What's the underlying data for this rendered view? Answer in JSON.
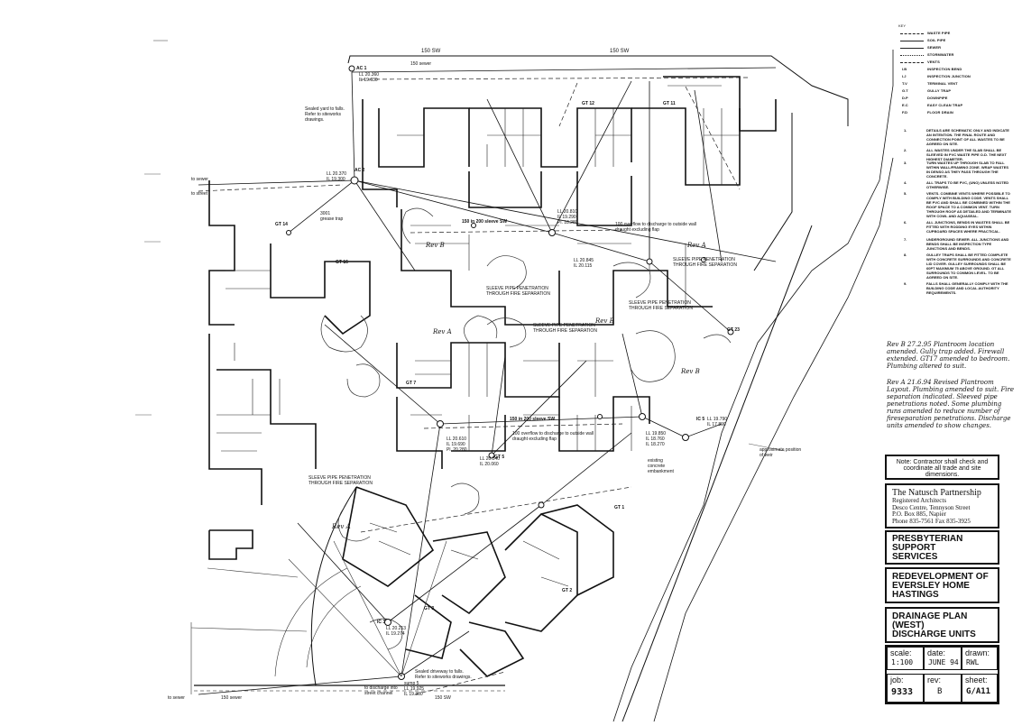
{
  "plan_labels": {
    "sw_top": "150 SW",
    "sw_top2": "150 SW",
    "sewer_top": "150 sewer",
    "sw_mid": "150 in 200 sleeve SW",
    "sw_lower": "150 in 200 sleeve SW",
    "sewer_bottom": "150 sewer",
    "sw_bottom": "150 SW",
    "to_sewer_left": "to sewer",
    "to_street": "to street",
    "to_sewer_bottom": "to sewer",
    "ac1": "AC 1",
    "ac1_levels": "LL 20.360\nIL 19.030",
    "ac2": "AC 2",
    "ac2_levels": "LL 20.370\nIL 19.300",
    "sealed_yard": "Sealed yard to falls.\nRefer to siteworks\ndrawings.",
    "grease_trap": "3001\ngrease trap",
    "gt_top_mid_levels": "LL 20.810\nIL 19.290\nPl. 18.280",
    "gt_right_levels": "LL 20.845\nIL 20.115",
    "overflow_top": "100 overflow to discharge to outside wall\ndraught excluding flap",
    "overflow_mid": "100 overflow to discharge to outside wall\ndraught excluding flap",
    "sleeve_1": "SLEEVE PIPE PENETRATION\nTHROUGH FIRE SEPARATION",
    "sleeve_2": "SLEEVE PIPE PENETRATION\nTHROUGH FIRE SEPARATION",
    "sleeve_3": "SLEEVE PIPE PENETRATION\nTHROUGH FIRE SEPARATION",
    "sleeve_4": "SLEEVE PIPE PENETRATION\nTHROUGH FIRE SEPARATION",
    "sleeve_5": "SLEEVE PIPE PENETRATION\nTHROUGH FIRE SEPARATION",
    "rev_b_1": "Rev B",
    "rev_b_2": "Rev B",
    "rev_b_3": "Rev B",
    "rev_a_1": "Rev A",
    "rev_a_2": "Rev A",
    "rev_a_3": "Rev A",
    "gt1": "GT 1",
    "gt2": "GT 2",
    "gt3": "GT 3",
    "gt5": "GT 5",
    "gt7": "GT 7",
    "gt11": "GT 11",
    "gt12": "GT 12",
    "gt14": "GT 14",
    "gt16": "GT 16",
    "gt23": "GT 23",
    "ic5": "IC 5",
    "ic5_levels": "LL 19.790\nIL 17.890",
    "mid_levels_1": "LL 20.610\nIL 19.690\nPl. 20.280",
    "mid_levels_2": "LL 20.540\nIL 20.060",
    "mid_levels_3": "LL 19.850\nIL 18.760\nIL 18.270",
    "existing_embankment": "existing\nconcrete\nembankment",
    "weir": "approximate position\nof weir",
    "ic3": "IC 3",
    "ic3_levels": "LL 20.213\nIL 19.274",
    "sealed_driveway": "Sealed driveway to falls.\nRefer to siteworks drawings.",
    "discharge_channel": "to discharge into\nstreet channel",
    "sump_levels": "sump 5\nLL 19.925\nIL 19.300"
  },
  "key": {
    "title": "KEY",
    "rows": [
      {
        "abbr": "",
        "label": "WASTE PIPE",
        "style": "dash"
      },
      {
        "abbr": "",
        "label": "SOIL PIPE",
        "style": "solid"
      },
      {
        "abbr": "",
        "label": "SEWER",
        "style": "solid"
      },
      {
        "abbr": "",
        "label": "STORMWATER",
        "style": "dot"
      },
      {
        "abbr": "",
        "label": "VENTS",
        "style": "dash"
      },
      {
        "abbr": "I.B",
        "label": "INSPECTION BEND",
        "style": "none"
      },
      {
        "abbr": "I.J",
        "label": "INSPECTION JUNCTION",
        "style": "none"
      },
      {
        "abbr": "T.V",
        "label": "TERMINAL VENT",
        "style": "none"
      },
      {
        "abbr": "G.T",
        "label": "GULLY TRAP",
        "style": "none"
      },
      {
        "abbr": "D.P",
        "label": "DOWNPIPE",
        "style": "none"
      },
      {
        "abbr": "E.C",
        "label": "EASY CLEAN TRAP",
        "style": "none"
      },
      {
        "abbr": "F.D",
        "label": "FLOOR DRAIN",
        "style": "none"
      }
    ],
    "notes": [
      {
        "num": "1.",
        "text": "DETAILS ARE SCHEMATIC ONLY AND INDICATE AN INTENTION. THE FINAL ROUTE AND CONNECTION POINT OF ALL WASTES TO BE AGREED ON SITE."
      },
      {
        "num": "2.",
        "text": "ALL WASTES UNDER THE SLAB SHALL BE SLEEVED IN PVC WASTE PIPE O.D. THE NEXT HIGHEST DIAMETER."
      },
      {
        "num": "3.",
        "text": "TURN WASTES UP THROUGH SLAB TO FALL WITHIN WALL/FRAMING ZONE. WRAP WASTES IN DENSO AS THEY PASS THROUGH THE CONCRETE."
      },
      {
        "num": "4.",
        "text": "ALL TRAPS TO BE PVC, (UNO) UNLESS NOTED OTHERWISE."
      },
      {
        "num": "5.",
        "text": "VENTS. COMBINE VENTS WHERE POSSIBLE TO COMPLY WITH BUILDING CODE. VENTS SHALL BE PVC AND SHALL BE COMBINED WITHIN THE ROOF SPACE TO A COMMON VENT. TURN THROUGH ROOF AS DETAILED AND TERMINATE WITH COWL AND AQUASEAL."
      },
      {
        "num": "6.",
        "text": "ALL JUNCTIONS, BENDS IN WASTES SHALL BE FITTED WITH RODDING EYES WITHIN CUPBOARD SPACES WHERE PRACTICAL."
      },
      {
        "num": "7.",
        "text": "UNDERGROUND SEWER. ALL JUNCTIONS AND BENDS SHALL BE INSPECTION TYPE JUNCTIONS AND BENDS."
      },
      {
        "num": "8.",
        "text": "GULLEY TRAPS SHALL BE FITTED COMPLETE WITH CONCRETE SURROUNDS AND CONCRETE LID COVER. GULLEY SURROUNDS SHALL BE 60PT MAXIMUM 75 ABOVE GROUND. GT ALL SURROUNDS TO COMMON LEVEL. TO BE AGREED ON SITE."
      },
      {
        "num": "9.",
        "text": "FALLS SHALL GENERALLY COMPLY WITH THE BUILDING CODE AND LOCAL AUTHORITY REQUIREMENTS."
      }
    ]
  },
  "revisions": {
    "rev_b": "Rev B 27.2.95 Plantroom location amended. Gully trap added. Firewall extended. GT17 amended to bedroom. Plumbing altered to suit.",
    "rev_a": "Rev A 21.6.94 Revised Plantroom Layout. Plumbing amended to suit. Fire separation indicated. Sleeved pipe penetrations noted. Some plumbing runs amended to reduce number of fireseparation penetrations. Discharge units amended to show changes."
  },
  "title_block": {
    "contractor_note": "Note: Contractor shall check and coordinate all trade and site dimensions.",
    "architect_name": "The Natusch Partnership",
    "architect_lines": [
      "Registered Architects",
      "Desco Centre, Tennyson Street",
      "P.O. Box 885, Napier",
      "Phone 835-7561 Fax 835-3925"
    ],
    "client_lines": [
      "PRESBYTERIAN",
      "SUPPORT",
      "SERVICES"
    ],
    "project_lines": [
      "REDEVELOPMENT OF",
      "EVERSLEY HOME",
      "HASTINGS"
    ],
    "drawing_lines": [
      "DRAINAGE PLAN",
      "(WEST)",
      "DISCHARGE UNITS"
    ],
    "scale_label": "scale:",
    "scale_value": "1:100",
    "date_label": "date:",
    "date_value": "JUNE 94",
    "drawn_label": "drawn:",
    "drawn_value": "RWL",
    "job_label": "job:",
    "job_value": "9333",
    "rev_label": "rev:",
    "rev_value": "B",
    "sheet_label": "sheet:",
    "sheet_value": "G/A11"
  }
}
